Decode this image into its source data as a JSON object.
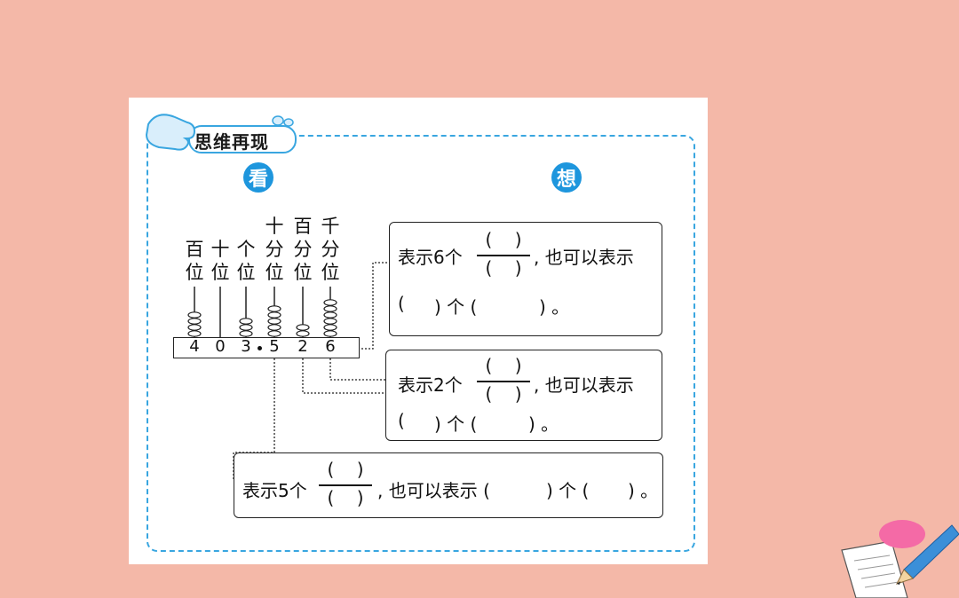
{
  "header": {
    "banner": "思维再现",
    "look": "看",
    "think": "想"
  },
  "place_labels": [
    [
      "百",
      "位"
    ],
    [
      "十",
      "位"
    ],
    [
      "个",
      "位"
    ],
    [
      "十",
      "分",
      "位"
    ],
    [
      "百",
      "分",
      "位"
    ],
    [
      "千",
      "分",
      "位"
    ]
  ],
  "number": {
    "d1": "4",
    "d2": "0",
    "d3": "3",
    "d4": "5",
    "d5": "2",
    "d6": "6"
  },
  "boxes": {
    "six": {
      "lead": "表示6个",
      "tail": ", 也可以表示",
      "line2a": "(",
      "line2b": ") 个 (",
      "line2c": ") 。"
    },
    "two": {
      "lead": "表示2个",
      "tail": ", 也可以表示",
      "line2a": "(",
      "line2b": ") 个 (",
      "line2c": ") 。"
    },
    "five": {
      "lead": "表示5个",
      "tail": ", 也可以表示 (",
      "mid": ") 个 (",
      "end": ") 。"
    },
    "frac_open": "(",
    "frac_close": ")"
  },
  "colors": {
    "background": "#f4b8a8",
    "accent": "#1e96dd",
    "frame": "#39a6e0"
  }
}
